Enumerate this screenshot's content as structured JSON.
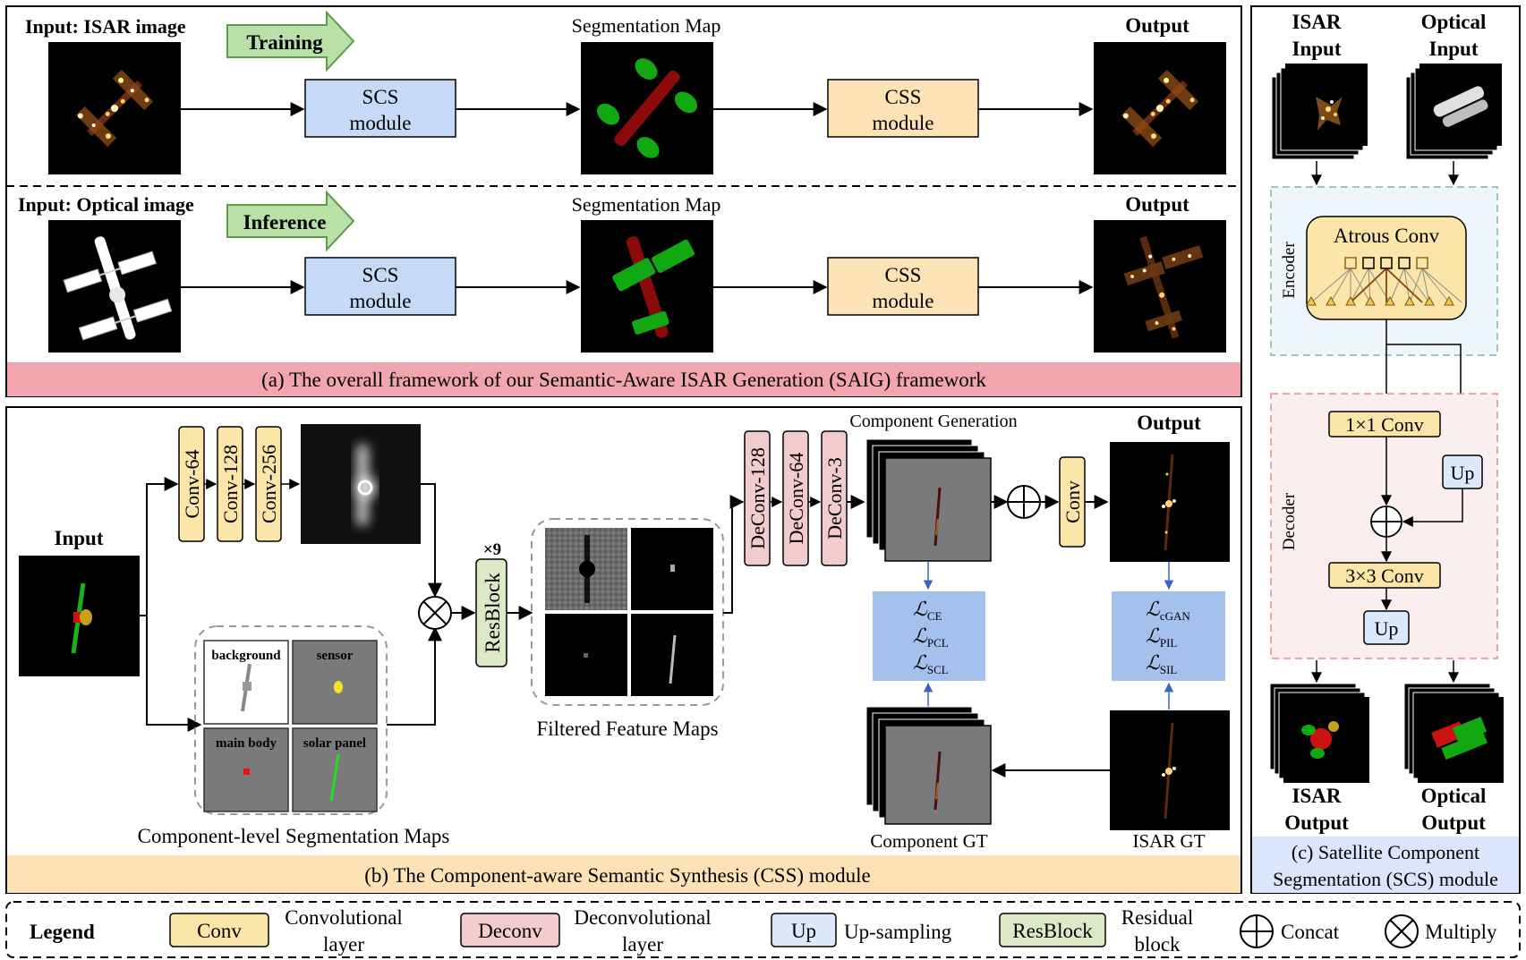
{
  "colors": {
    "conv": "#fbe5a8",
    "deconv": "#f2cccc",
    "up": "#dce9fa",
    "resblock": "#dce9c7",
    "module_blue": "#c6d9f7",
    "module_orange": "#fde2b6",
    "loss_blue": "#a4c1ee",
    "caption_a": "#f2a5ad",
    "caption_b": "#fde2b6",
    "caption_c": "#dbe6fa",
    "arrow_green": "#b8e0a7",
    "encoder_bg": "#eef6fb",
    "decoder_bg": "#fbeeee"
  },
  "panel_a": {
    "row1": {
      "input_label": "Input: ISAR image",
      "arrow_label": "Training",
      "seg_label": "Segmentation Map",
      "output_label": "Output",
      "scs_line1": "SCS",
      "scs_line2": "module",
      "css_line1": "CSS",
      "css_line2": "module"
    },
    "row2": {
      "input_label": "Input: Optical image",
      "arrow_label": "Inference",
      "seg_label": "Segmentation Map",
      "output_label": "Output",
      "scs_line1": "SCS",
      "scs_line2": "module",
      "css_line1": "CSS",
      "css_line2": "module"
    },
    "caption": "(a) The overall framework of our Semantic-Aware ISAR Generation (SAIG) framework"
  },
  "panel_b": {
    "input_label": "Input",
    "conv_blocks": [
      "Conv-64",
      "Conv-128",
      "Conv-256"
    ],
    "resblock_label": "ResBlock",
    "resblock_repeat": "×9",
    "deconv_blocks": [
      "DeConv-128",
      "DeConv-64",
      "DeConv-3"
    ],
    "component_generation": "Component Generation",
    "output_label": "Output",
    "conv_label": "Conv",
    "seg_tiles": [
      "background",
      "sensor",
      "main body",
      "solar panel"
    ],
    "seg_maps_label": "Component-level Segmentation Maps",
    "filtered_label": "Filtered Feature Maps",
    "losses_left": [
      {
        "sym": "ℒ",
        "sub": "CE"
      },
      {
        "sym": "ℒ",
        "sub": "PCL"
      },
      {
        "sym": "ℒ",
        "sub": "SCL"
      }
    ],
    "losses_right": [
      {
        "sym": "ℒ",
        "sub": "cGAN"
      },
      {
        "sym": "ℒ",
        "sub": "PIL"
      },
      {
        "sym": "ℒ",
        "sub": "SIL"
      }
    ],
    "component_gt": "Component GT",
    "isar_gt": "ISAR GT",
    "caption": "(b) The Component-aware Semantic Synthesis (CSS) module"
  },
  "panel_c": {
    "isar_input": [
      "ISAR",
      "Input"
    ],
    "optical_input": [
      "Optical",
      "Input"
    ],
    "encoder": "Encoder",
    "atrous": "Atrous Conv",
    "conv1": "1×1 Conv",
    "up": "Up",
    "decoder": "Decoder",
    "conv3": "3×3 Conv",
    "up2": "Up",
    "isar_output": [
      "ISAR",
      "Output"
    ],
    "optical_output": [
      "Optical",
      "Output"
    ],
    "caption": [
      "(c) Satellite Component",
      "Segmentation (SCS) module"
    ]
  },
  "legend": {
    "title": "Legend",
    "conv": "Conv",
    "conv_desc": [
      "Convolutional",
      "layer"
    ],
    "deconv": "Deconv",
    "deconv_desc": [
      "Deconvolutional",
      "layer"
    ],
    "up": "Up",
    "up_desc": "Up-sampling",
    "resblock": "ResBlock",
    "resblock_desc": [
      "Residual",
      "block"
    ],
    "concat": "Concat",
    "multiply": "Multiply"
  }
}
